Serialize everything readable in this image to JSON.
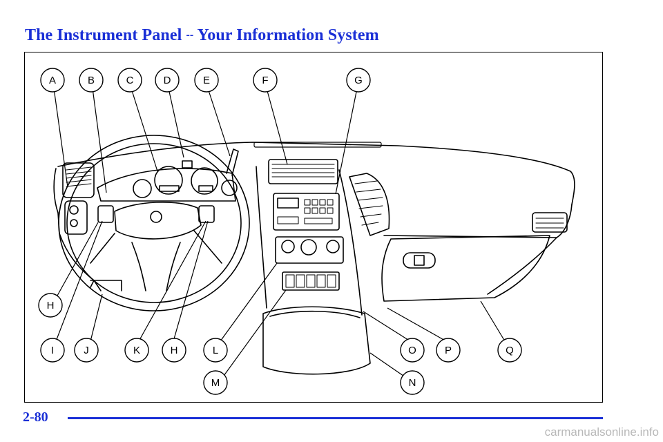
{
  "page": {
    "title_part1": "The Instrument Panel",
    "title_sep": "--",
    "title_part2": "Your Information System",
    "page_number": "2-80",
    "watermark": "carmanualsonline.info"
  },
  "callouts": [
    {
      "id": "A",
      "label": "A"
    },
    {
      "id": "B",
      "label": "B"
    },
    {
      "id": "C",
      "label": "C"
    },
    {
      "id": "D",
      "label": "D"
    },
    {
      "id": "E",
      "label": "E"
    },
    {
      "id": "F",
      "label": "F"
    },
    {
      "id": "G",
      "label": "G"
    },
    {
      "id": "H1",
      "label": "H"
    },
    {
      "id": "I",
      "label": "I"
    },
    {
      "id": "J",
      "label": "J"
    },
    {
      "id": "K",
      "label": "K"
    },
    {
      "id": "H2",
      "label": "H"
    },
    {
      "id": "L",
      "label": "L"
    },
    {
      "id": "M",
      "label": "M"
    },
    {
      "id": "N",
      "label": "N"
    },
    {
      "id": "O",
      "label": "O"
    },
    {
      "id": "P",
      "label": "P"
    },
    {
      "id": "Q",
      "label": "Q"
    }
  ],
  "colors": {
    "accent_blue": "#1a2fd6",
    "line": "#000000"
  }
}
